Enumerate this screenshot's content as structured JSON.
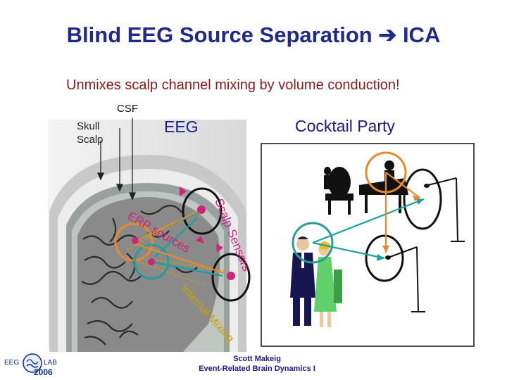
{
  "slide": {
    "title": "Blind EEG Source Separation ➔ ICA",
    "subtitle": "Unmixes scalp channel mixing by volume conduction!",
    "brain_panel": {
      "csf_label": "CSF",
      "skull_label": "Skull",
      "scalp_label": "Scalp",
      "eeg_label": "EEG",
      "erp_sources_label": "ERP sources",
      "scalp_sensors_label": "Scalp Sensors",
      "internal_mixing_label": "Internal Mixing"
    },
    "party_panel": {
      "title": "Cocktail Party"
    },
    "footer": {
      "credit_name": "Scott Makeig",
      "credit_course": "Event-Related Brain Dynamics I"
    },
    "logo": {
      "left_text": "EEG",
      "right_text": "LAB",
      "year": "2006"
    },
    "colors": {
      "title": "#1f2a8c",
      "subtitle": "#8a1a1a",
      "source_orange": "#e88a2a",
      "source_teal": "#2a9a9a",
      "sensor_magenta": "#d0247a",
      "arrow_teal": "#1aa0a0"
    }
  }
}
